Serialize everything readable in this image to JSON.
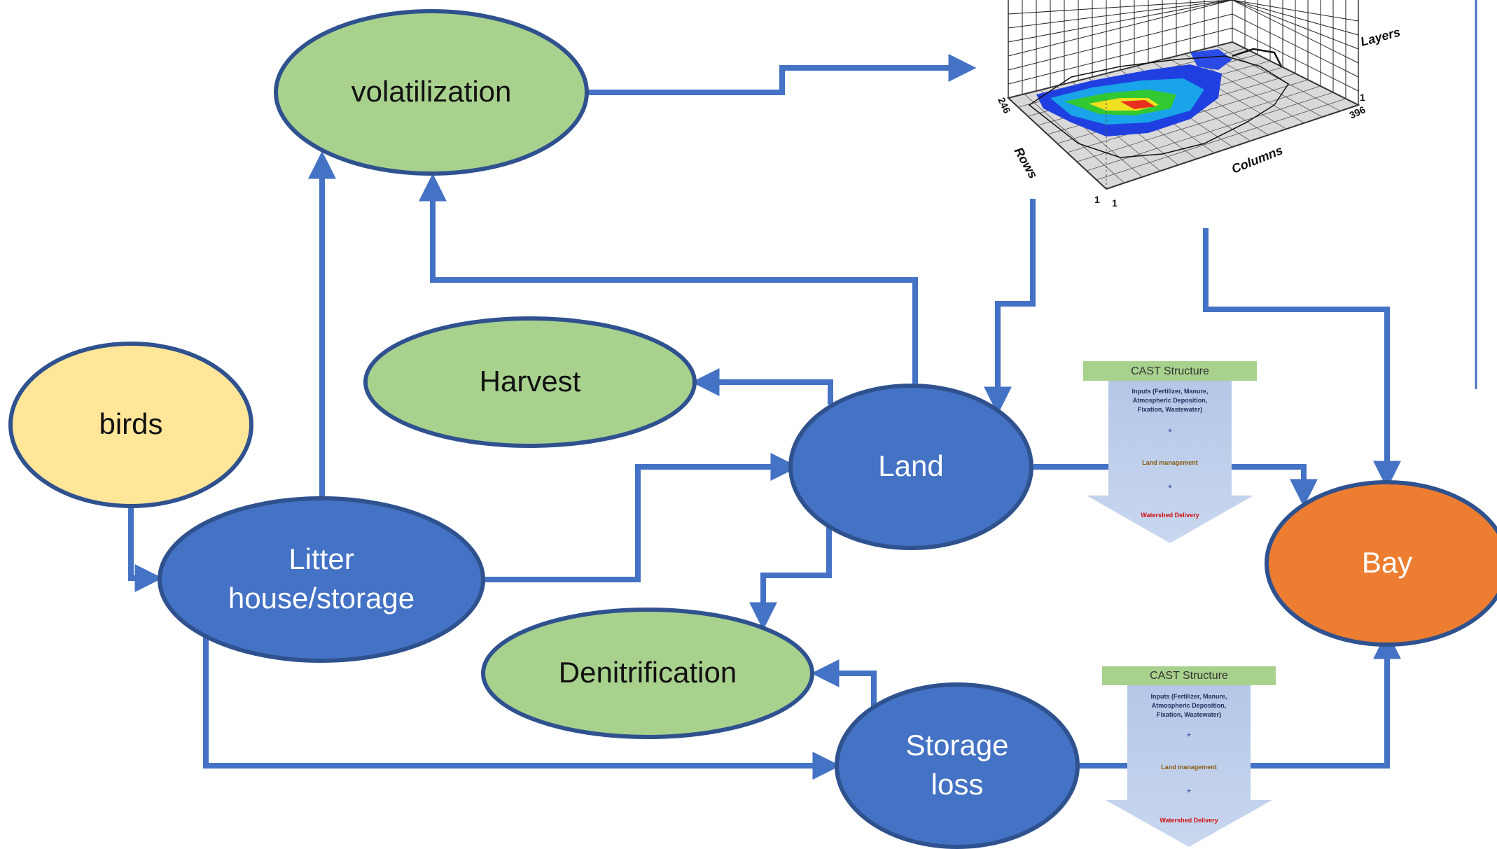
{
  "nodes": {
    "volatilization": "volatilization",
    "harvest": "Harvest",
    "birds": "birds",
    "litter_line1": "Litter",
    "litter_line2": "house/storage",
    "land": "Land",
    "denitrification": "Denitrification",
    "storage_line1": "Storage",
    "storage_line2": "loss",
    "bay": "Bay"
  },
  "cast_structure": {
    "title": "CAST Structure",
    "inputs_line1": "Inputs (Fertilizer, Manure,",
    "inputs_line2": "Atmospheric Deposition,",
    "inputs_line3": "Fixation, Wastewater)",
    "star": "*",
    "land_management": "Land management",
    "watershed_delivery": "Watershed Delivery"
  },
  "model_grid": {
    "layers_label": "Layers",
    "rows_label": "Rows",
    "columns_label": "Columns",
    "tick_246": "246",
    "tick_396": "396",
    "tick_1a": "1",
    "tick_1b": "1",
    "tick_1c": "1"
  },
  "colors": {
    "green_node": "#A9D18E",
    "blue_node": "#4472C4",
    "yellow_node": "#FFE699",
    "orange_node": "#ED7D31",
    "node_border": "#2F528F",
    "arrow": "#4472C4"
  }
}
